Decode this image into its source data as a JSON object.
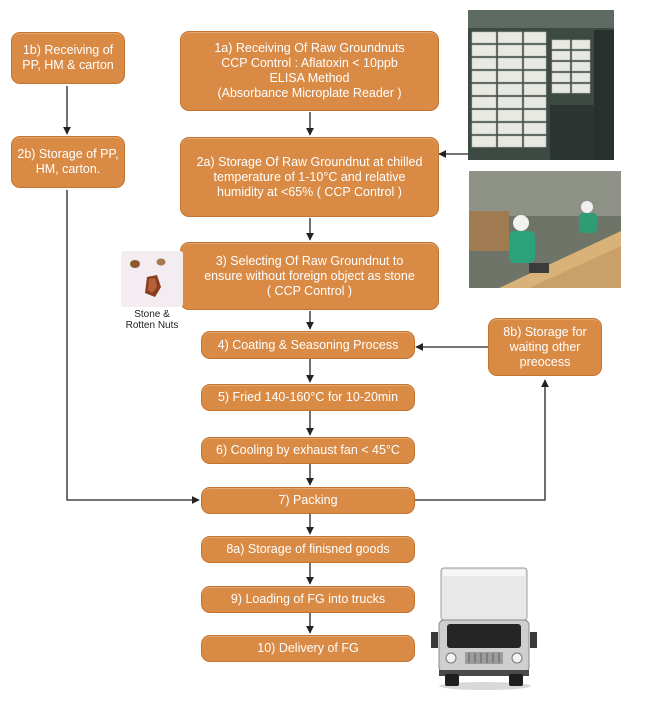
{
  "steps": {
    "s1b": {
      "lines": [
        "1b) Receiving of",
        "PP, HM & carton"
      ]
    },
    "s2b": {
      "lines": [
        "2b) Storage of PP,",
        "HM, carton."
      ]
    },
    "s1a": {
      "lines": [
        "1a) Receiving Of Raw Groundnuts",
        "CCP Control : Aflatoxin < 10ppb",
        "ELISA Method",
        "(Absorbance Microplate Reader )"
      ]
    },
    "s2a": {
      "lines": [
        "2a) Storage Of Raw Groundnut at chilled",
        "temperature of 1-10°C and relative",
        "humidity at <65% ( CCP Control )"
      ]
    },
    "s3": {
      "lines": [
        "3) Selecting Of Raw Groundnut to",
        "ensure without foreign object as stone",
        "( CCP Control )"
      ]
    },
    "s4": {
      "lines": [
        "4) Coating & Seasoning Process"
      ]
    },
    "s5": {
      "lines": [
        "5) Fried 140-160°C for 10-20min"
      ]
    },
    "s6": {
      "lines": [
        "6) Cooling by exhaust fan < 45°C"
      ]
    },
    "s7": {
      "lines": [
        "7) Packing"
      ]
    },
    "s8a": {
      "lines": [
        "8a) Storage of finisned goods"
      ]
    },
    "s8b": {
      "lines": [
        "8b) Storage for",
        "waiting other",
        "preocess"
      ]
    },
    "s9": {
      "lines": [
        "9) Loading of FG into trucks"
      ]
    },
    "s10": {
      "lines": [
        "10) Delivery of FG"
      ]
    }
  },
  "stone_caption": [
    "Stone &",
    "Rotten Nuts"
  ],
  "colors": {
    "box_fill": "#d98a45",
    "box_text": "#ffffff",
    "arrow": "#222222"
  },
  "images": [
    "warehouse-sacks-photo",
    "workers-sorting-photo",
    "stone-rotten-nuts-photo",
    "delivery-truck-icon"
  ]
}
